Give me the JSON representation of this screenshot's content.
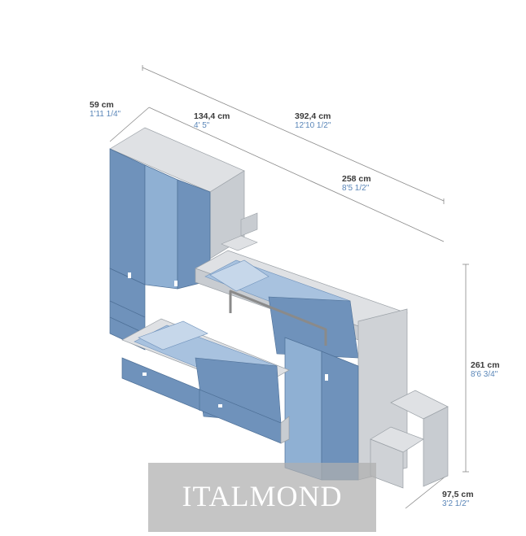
{
  "dimensions": {
    "depth_wardrobe": {
      "cm": "59 cm",
      "imperial": "1'11 1/4\""
    },
    "wardrobe_width": {
      "cm": "134,4 cm",
      "imperial": "4' 5\""
    },
    "total_length": {
      "cm": "392,4 cm",
      "imperial": "12'10 1/2\""
    },
    "bed_length": {
      "cm": "258 cm",
      "imperial": "8'5 1/2\""
    },
    "height": {
      "cm": "261 cm",
      "imperial": "8'6 3/4\""
    },
    "depth_bed": {
      "cm": "97,5 cm",
      "imperial": "3'2 1/2\""
    }
  },
  "watermark": "ITALMOND",
  "colors": {
    "panel_grey": "#cfd2d6",
    "panel_grey_dark": "#b9bdc2",
    "blue_door": "#6f92bb",
    "blue_light": "#8fb0d3",
    "blue_dark": "#5a7ea8",
    "dim_line": "#8a8a8a",
    "dim_blue": "#5a86b8"
  }
}
